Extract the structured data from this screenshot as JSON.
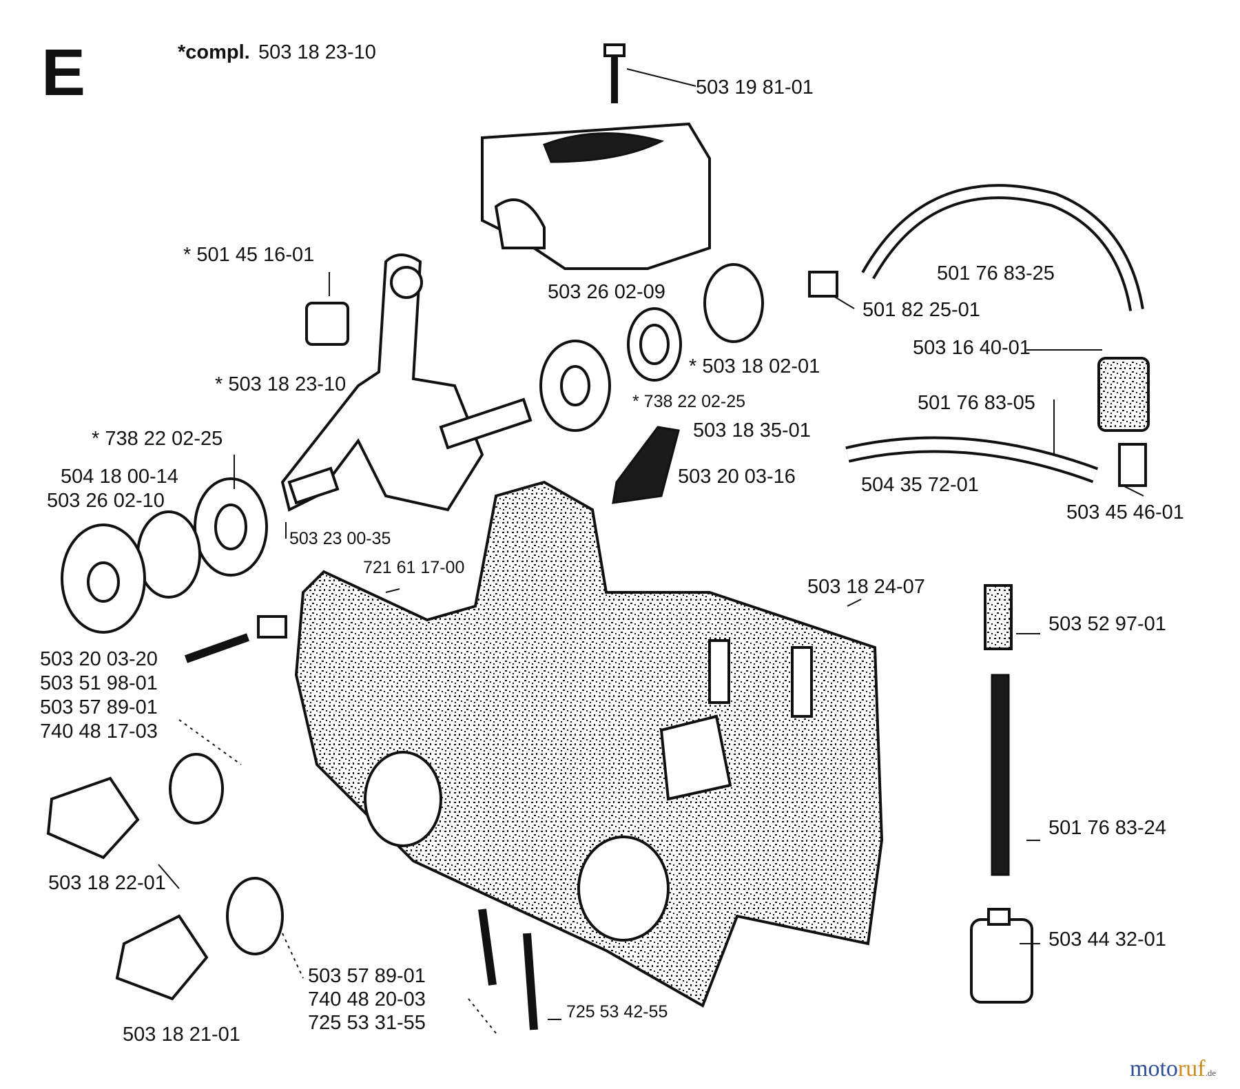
{
  "section_letter": "E",
  "compl": {
    "prefix": "*compl.",
    "number": "503 18 23-10"
  },
  "parts": {
    "p_503_19_81_01": "503 19 81-01",
    "p_501_45_16_01": "* 501 45 16-01",
    "p_501_76_83_25": "501 76 83-25",
    "p_503_26_02_09": "503 26 02-09",
    "p_501_82_25_01": "501 82 25-01",
    "p_503_16_40_01": "503 16 40-01",
    "p_503_18_23_10": "* 503 18 23-10",
    "p_503_18_02_01": "* 503 18 02-01",
    "p_738_22_02_25_a": "* 738 22 02-25",
    "p_501_76_83_05": "501 76 83-05",
    "p_503_18_35_01": "503 18 35-01",
    "p_738_22_02_25_b": "* 738 22 02-25",
    "p_504_18_00_14": "504 18 00-14",
    "p_503_20_03_16": "503 20 03-16",
    "p_504_35_72_01": "504 35 72-01",
    "p_503_26_02_10": "503 26 02-10",
    "p_503_45_46_01": "503 45 46-01",
    "p_503_23_00_35": "503 23 00-35",
    "p_721_61_17_00": "721 61 17-00",
    "p_503_18_24_07": "503 18 24-07",
    "p_503_52_97_01": "503 52 97-01",
    "p_503_20_03_20": "503 20 03-20",
    "p_503_51_98_01": "503 51 98-01",
    "p_503_57_89_01_a": "503 57 89-01",
    "p_740_48_17_03": "740 48 17-03",
    "p_501_76_83_24": "501 76 83-24",
    "p_503_18_22_01": "503 18 22-01",
    "p_503_44_32_01": "503 44 32-01",
    "p_503_57_89_01_b": "503 57 89-01",
    "p_740_48_20_03": "740 48 20-03",
    "p_725_53_31_55": "725 53 31-55",
    "p_725_53_42_55": "725 53 42-55",
    "p_503_18_21_01": "503 18 21-01"
  },
  "watermark": {
    "part1": "moto",
    "part2": "ruf",
    "part3": ".de"
  }
}
